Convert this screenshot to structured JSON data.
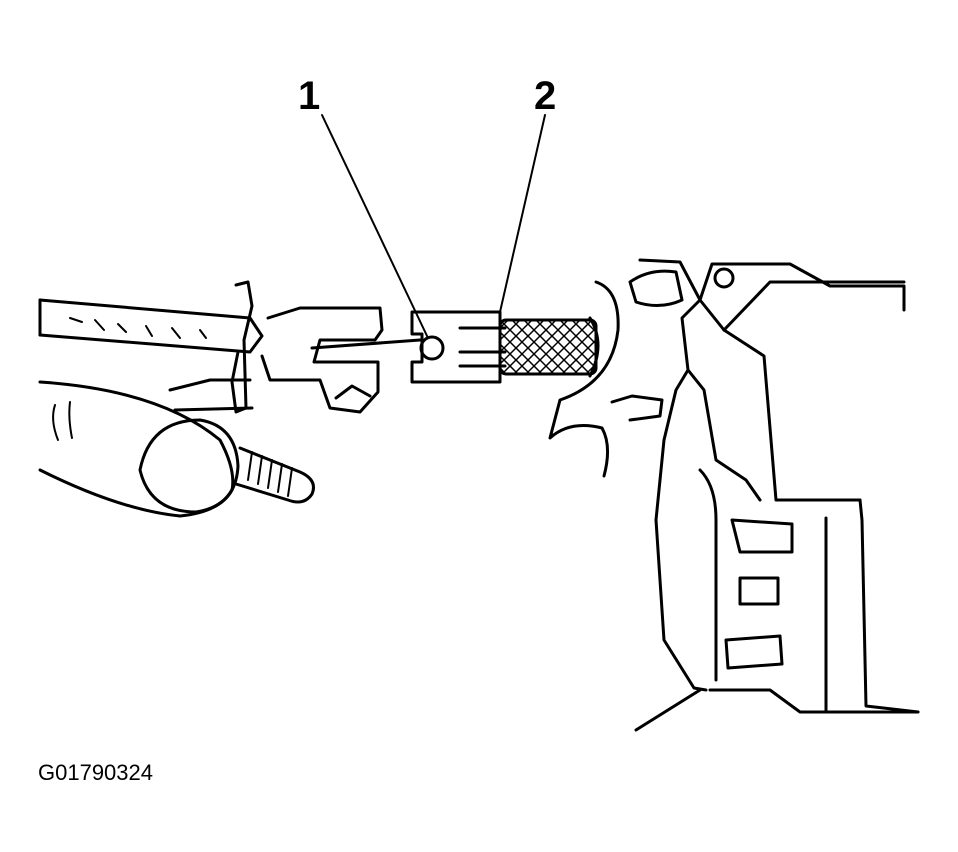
{
  "callouts": [
    {
      "number": "1"
    },
    {
      "number": "2"
    }
  ],
  "figure_id": "G01790324",
  "colors": {
    "ink": "#000000",
    "paper": "#ffffff"
  }
}
